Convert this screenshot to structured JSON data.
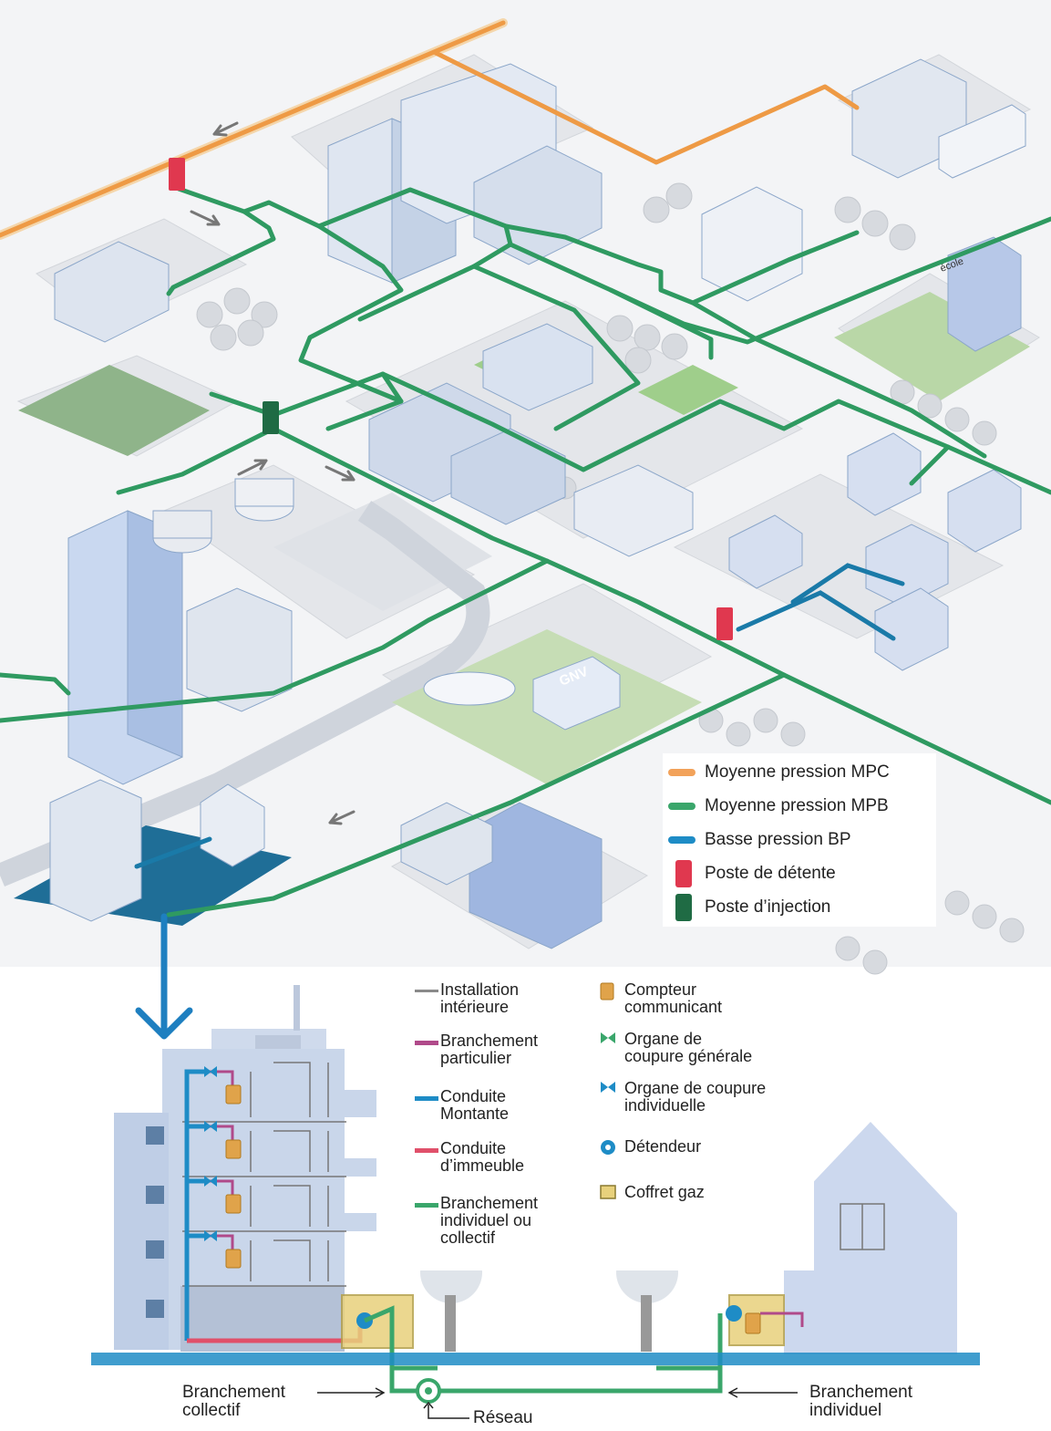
{
  "network_legend": [
    {
      "label": "Moyenne pression MPC",
      "color": "#f2a25a",
      "kind": "line"
    },
    {
      "label": "Moyenne pression MPB",
      "color": "#3aa66b",
      "kind": "line"
    },
    {
      "label": "Basse pression BP",
      "color": "#1e8cc6",
      "kind": "line"
    },
    {
      "label": "Poste de détente",
      "color": "#e0384f",
      "kind": "box"
    },
    {
      "label": "Poste d’injection",
      "color": "#1f6b44",
      "kind": "box"
    }
  ],
  "building_legend": {
    "left": [
      {
        "label": "Installation\nintérieure",
        "color": "#8a8a8a"
      },
      {
        "label": "Branchement\nparticulier",
        "color": "#b04a8a"
      },
      {
        "label": "Conduite\nMontante",
        "color": "#1e8cc6"
      },
      {
        "label": "Conduite\nd’immeuble",
        "color": "#e0506a"
      },
      {
        "label": "Branchement\nindividuel ou\ncollectif",
        "color": "#3aa66b"
      }
    ],
    "right": [
      {
        "label": "Compteur\ncommunicant",
        "icon": "meter-icon"
      },
      {
        "label": "Organe de\ncoupure générale",
        "icon": "general-valve-icon"
      },
      {
        "label": "Organe de coupure\nindividuelle",
        "icon": "individual-valve-icon"
      },
      {
        "label": "Détendeur",
        "icon": "regulator-icon"
      },
      {
        "label": "Coffret gaz",
        "icon": "gas-box-icon"
      }
    ]
  },
  "map_labels": {
    "school": "école",
    "gnv": "GNV"
  },
  "bottom_labels": {
    "collectif": "Branchement\ncollectif",
    "individuel": "Branchement\nindividuel",
    "reseau": "Réseau"
  },
  "colors": {
    "mpc": "#f2a25a",
    "mpb": "#3aa66b",
    "bp": "#1e8cc6",
    "detente": "#e0384f",
    "injection": "#1f6b44",
    "building": "#c9d6ea",
    "ground": "#e9ecef"
  }
}
